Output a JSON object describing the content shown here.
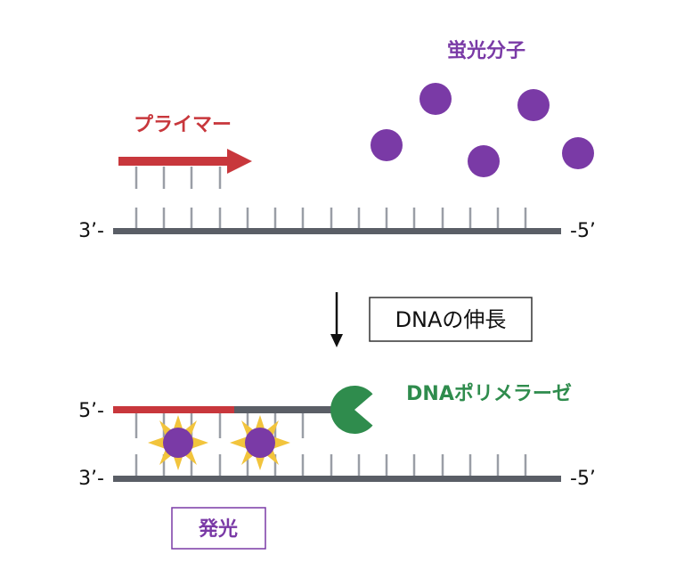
{
  "labels": {
    "primer": "プライマー",
    "fluor_molecules": "蛍光分子",
    "top_strand_left": "3’-",
    "top_strand_right": "-5’",
    "step": "DNAの伸長",
    "lower_new_strand_left": "5’-",
    "polymerase": "DNAポリメラーゼ",
    "lower_template_left": "3’-",
    "lower_template_right": "-5’",
    "emission": "発光"
  },
  "colors": {
    "primer": "#c8373c",
    "strand": "#5a5e66",
    "tick": "#9a9ea6",
    "fluor": "#7a3aa6",
    "star": "#f2c43c",
    "polymerase": "#2f8c4d",
    "title_fluor": "#7a3aa6",
    "title_primer": "#c8373c",
    "title_polymerase": "#2f8c4d",
    "emission_box": "#7a3aa6"
  },
  "icons": {
    "arrow": "down-arrow-icon",
    "polymerase_shape": "pacman-icon",
    "emission_glow": "star-burst-icon"
  }
}
